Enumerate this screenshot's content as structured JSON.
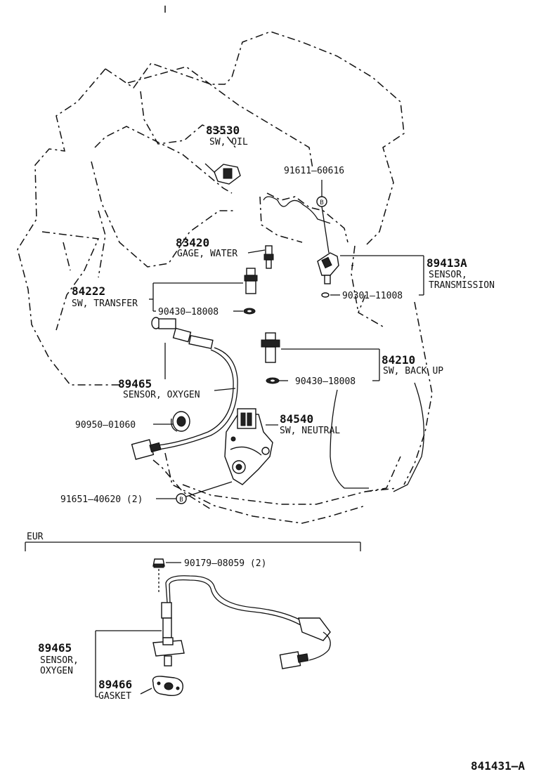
{
  "diagram": {
    "figure_id": "841431–A",
    "section_label": "EUR",
    "parts": {
      "sw_oil": {
        "number": "83530",
        "name": "SW, OIL"
      },
      "bolt_61": {
        "number": "91611–60616",
        "marker": "B"
      },
      "sensor_trans": {
        "number": "89413A",
        "name1": "SENSOR,",
        "name2": "TRANSMISSION"
      },
      "gage_water": {
        "number": "83420",
        "name": "GAGE, WATER"
      },
      "sw_transfer": {
        "number": "84222",
        "name": "SW, TRANSFER"
      },
      "gasket_a": {
        "number": "90430–18008"
      },
      "oring_trans": {
        "number": "90301–11008"
      },
      "sw_backup": {
        "number": "84210",
        "name": "SW, BACK  UP"
      },
      "gasket_b": {
        "number": "90430–18008"
      },
      "sensor_o2": {
        "number": "89465",
        "name": "SENSOR, OXYGEN"
      },
      "grommet": {
        "number": "90950–01060"
      },
      "sw_neutral": {
        "number": "84540",
        "name": "SW, NEUTRAL"
      },
      "bolt_51": {
        "number": "91651–40620 (2)",
        "marker": "B"
      },
      "nut_eur": {
        "number": "90179–08059 (2)"
      },
      "sensor_o2_eur": {
        "number": "89465",
        "name1": "SENSOR,",
        "name2": "OXYGEN"
      },
      "gasket_eur": {
        "number": "89466",
        "name": "GASKET"
      }
    }
  }
}
